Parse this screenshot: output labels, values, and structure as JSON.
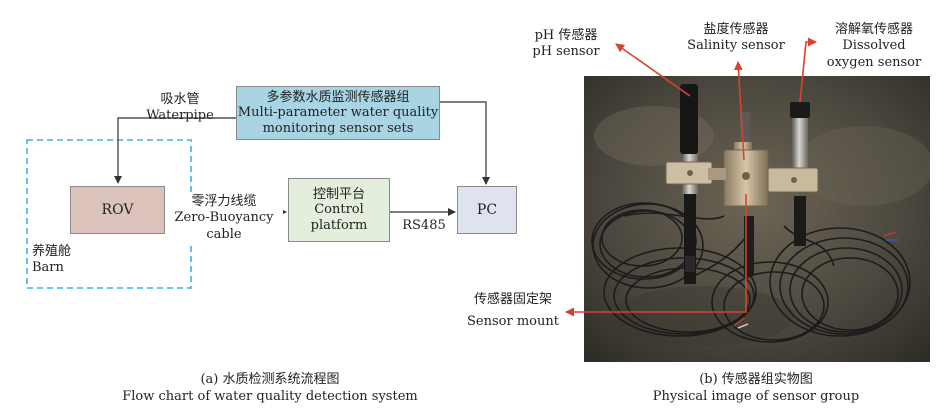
{
  "flowchart": {
    "sensor_sets": {
      "zh": "多参数水质监测传感器组",
      "en1": "Multi-parameter water quality",
      "en2": "monitoring sensor sets"
    },
    "rov": "ROV",
    "control": {
      "zh": "控制平台",
      "en1": "Control",
      "en2": "platform"
    },
    "pc": "PC",
    "waterpipe": {
      "zh": "吸水管",
      "en": "Waterpipe"
    },
    "cable": {
      "zh": "零浮力线缆",
      "en1": "Zero-Buoyancy",
      "en2": "cable"
    },
    "rs485": "RS485",
    "barn": {
      "zh": "养殖舱",
      "en": "Barn"
    },
    "caption": {
      "zh": "(a) 水质检测系统流程图",
      "en": "Flow chart of water quality detection system"
    },
    "colors": {
      "sensor_box": "#a9d4e4",
      "rov_box": "#dcc3bb",
      "control_box": "#e3eedd",
      "pc_box": "#dfe3f0",
      "barn_border": "#3fb2dc"
    }
  },
  "photo_panel": {
    "ph": {
      "zh": "pH 传感器",
      "en": "pH sensor"
    },
    "salinity": {
      "zh": "盐度传感器",
      "en": "Salinity sensor"
    },
    "oxygen": {
      "zh": "溶解氧传感器",
      "en1": "Dissolved",
      "en2": "oxygen sensor"
    },
    "mount": {
      "zh": "传感器固定架",
      "en": "Sensor mount"
    },
    "caption": {
      "zh": "(b) 传感器组实物图",
      "en": "Physical image of sensor group"
    },
    "colors": {
      "arrow": "#d9432e"
    }
  }
}
